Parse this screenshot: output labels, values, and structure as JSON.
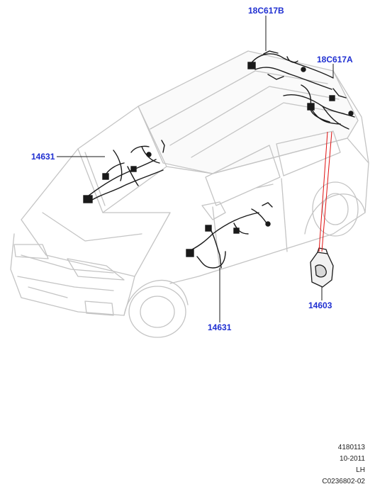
{
  "callouts": {
    "roof_rear": "18C617B",
    "roof_front": "18C617A",
    "dash_harness": "14631",
    "door_harness": "14631",
    "bracket": "14603"
  },
  "footer": {
    "line1": "4180113",
    "line2": "10-2011",
    "line3": "LH",
    "line4": "C0236802-02"
  },
  "colors": {
    "callout_text": "#1f2fd1",
    "car_outline": "#c8c8c8",
    "harness": "#1a1a1a",
    "leader_line": "#e01010"
  }
}
